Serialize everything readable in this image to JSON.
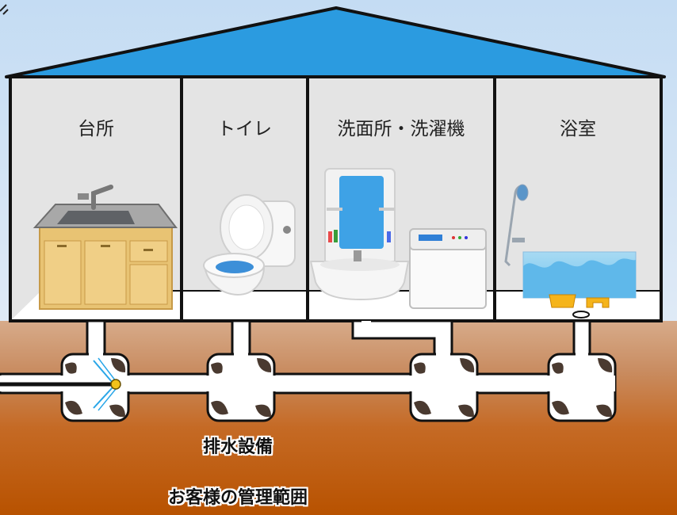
{
  "rooms": [
    {
      "label": "台所"
    },
    {
      "label": "トイレ"
    },
    {
      "label": "洗面所・洗濯機"
    },
    {
      "label": "浴室"
    }
  ],
  "ground": {
    "label_1": "排水設備",
    "label_2": "お客様の管理範囲"
  },
  "colors": {
    "roof": "#2b9be0",
    "sky": "#cfe3f5",
    "wall": "#e4e4e4",
    "soil_top": "#cf9e7a",
    "soil_bottom": "#b95608",
    "pipe": "#ffffff",
    "outline": "#111111"
  }
}
